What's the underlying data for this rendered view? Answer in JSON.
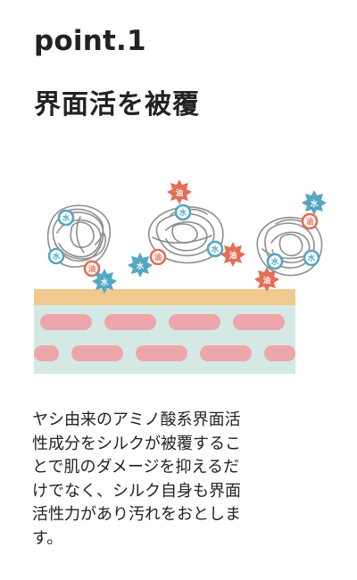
{
  "heading": {
    "point_label": "point.1",
    "title": "界面活を被覆"
  },
  "illustration": {
    "badges": {
      "water": "水",
      "oil": "油"
    },
    "colors": {
      "water_badge": "#54a7c2",
      "oil_badge": "#e46e56",
      "top_layer": "#f0c98f",
      "skin_base": "#d5e9e4",
      "cell": "#eea6ad",
      "fiber_line": "#8e8e8e"
    }
  },
  "body": {
    "text": "ヤシ由来のアミノ酸系界面活\n性成分をシルクが被覆するこ\nとで肌のダメージを抑えるだ\nけでなく、シルク自身も界面\n活性力があり汚れをおとしま\nす。"
  }
}
